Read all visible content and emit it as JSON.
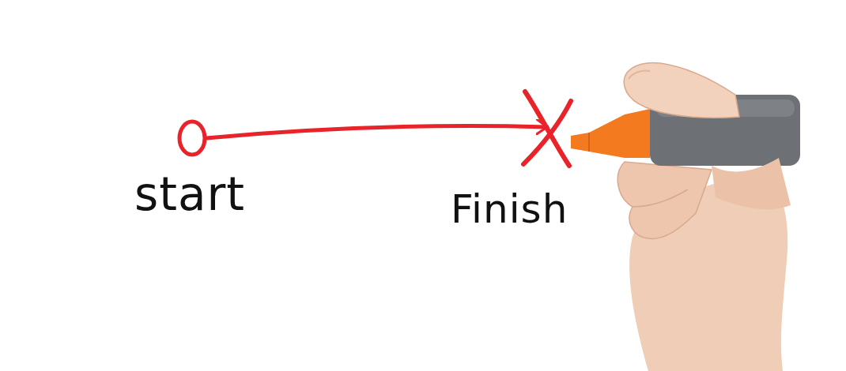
{
  "diagram": {
    "nodes": [
      {
        "text": [
          "start"
        ]
      },
      {
        "text": [
          "Finish"
        ]
      }
    ],
    "edges": [
      {
        "from": 0,
        "to": 1,
        "arrow": "to"
      }
    ]
  }
}
